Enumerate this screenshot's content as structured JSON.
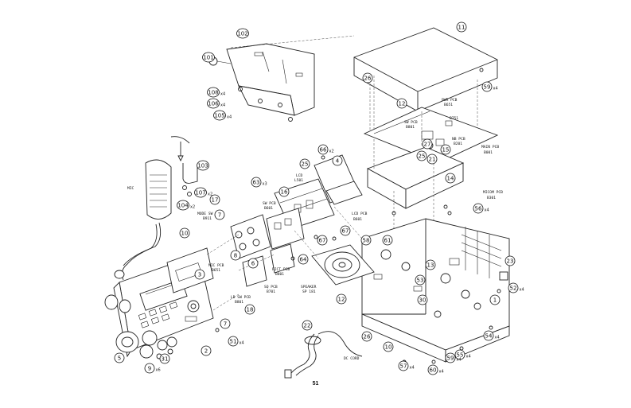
{
  "page_number": "51",
  "callouts": [
    {
      "id": "c102",
      "text": "102"
    },
    {
      "id": "c101",
      "text": "101"
    },
    {
      "id": "c108",
      "text": "108",
      "qty": "x4"
    },
    {
      "id": "c106",
      "text": "106",
      "qty": "x4"
    },
    {
      "id": "c105",
      "text": "105",
      "qty": "x4"
    },
    {
      "id": "c11",
      "text": "11"
    },
    {
      "id": "c26a",
      "text": "26"
    },
    {
      "id": "c59a",
      "text": "59",
      "qty": "x4"
    },
    {
      "id": "c12a",
      "text": "12"
    },
    {
      "id": "c27",
      "text": "27"
    },
    {
      "id": "c15",
      "text": "15"
    },
    {
      "id": "c25a",
      "text": "25"
    },
    {
      "id": "c21",
      "text": "21"
    },
    {
      "id": "c66",
      "text": "66",
      "qty": "x2"
    },
    {
      "id": "c4",
      "text": "4"
    },
    {
      "id": "c25b",
      "text": "25"
    },
    {
      "id": "c14",
      "text": "14"
    },
    {
      "id": "c103",
      "text": "103"
    },
    {
      "id": "c107",
      "text": "107",
      "qty": "x2"
    },
    {
      "id": "c104",
      "text": "104",
      "qty": "x2"
    },
    {
      "id": "c63",
      "text": "63",
      "qty": "x3"
    },
    {
      "id": "c16",
      "text": "16"
    },
    {
      "id": "c17",
      "text": "17"
    },
    {
      "id": "c7a",
      "text": "7"
    },
    {
      "id": "c10",
      "text": "10"
    },
    {
      "id": "c8",
      "text": "8"
    },
    {
      "id": "c6",
      "text": "6"
    },
    {
      "id": "c67a",
      "text": "67"
    },
    {
      "id": "c67b",
      "text": "67"
    },
    {
      "id": "c58",
      "text": "58"
    },
    {
      "id": "c61",
      "text": "61"
    },
    {
      "id": "c64",
      "text": "64"
    },
    {
      "id": "c56",
      "text": "56",
      "qty": "x4"
    },
    {
      "id": "c23",
      "text": "23"
    },
    {
      "id": "c52",
      "text": "52",
      "qty": "x4"
    },
    {
      "id": "c3",
      "text": "3"
    },
    {
      "id": "c1",
      "text": "1"
    },
    {
      "id": "c7b",
      "text": "7"
    },
    {
      "id": "c18",
      "text": "18"
    },
    {
      "id": "c12b",
      "text": "12"
    },
    {
      "id": "c53",
      "text": "53"
    },
    {
      "id": "c30",
      "text": "30"
    },
    {
      "id": "c54",
      "text": "54",
      "qty": "x4"
    },
    {
      "id": "c2",
      "text": "2"
    },
    {
      "id": "c51",
      "text": "51",
      "qty": "x4"
    },
    {
      "id": "c22",
      "text": "22"
    },
    {
      "id": "c26b",
      "text": "26"
    },
    {
      "id": "c10b",
      "text": "10"
    },
    {
      "id": "c55",
      "text": "55",
      "qty": "x4"
    },
    {
      "id": "c5",
      "text": "5"
    },
    {
      "id": "c9",
      "text": "9",
      "qty": "x6"
    },
    {
      "id": "c31",
      "text": "31"
    },
    {
      "id": "c57",
      "text": "57",
      "qty": "x4"
    },
    {
      "id": "c60",
      "text": "60",
      "qty": "x4"
    },
    {
      "id": "c59b",
      "text": "59",
      "qty": "x4"
    },
    {
      "id": "c13",
      "text": "13"
    }
  ],
  "labels": {
    "pwr_pcb": [
      "PWR PCB",
      "B651"
    ],
    "sw_pcb_top": [
      "SW PCB",
      "B801"
    ],
    "ptt": "B751",
    "nb_pcb": [
      "NB PCB",
      "B201"
    ],
    "main_pcb": [
      "MAIN PCB",
      "B001"
    ],
    "lcd": [
      "LCD",
      "L501"
    ],
    "lcd_pcb": [
      "LCD PCB",
      "B601"
    ],
    "sw_pcb_mid": [
      "SW PCB",
      "B601"
    ],
    "micom_pcb": [
      "MICOM PCB",
      "B301"
    ],
    "mode_sw_pcb": [
      "MODE SW PCB",
      "B911"
    ],
    "mic": "MIC",
    "mic_pcb": [
      "MIC PCB",
      "B651"
    ],
    "pict_pcb": [
      "PICT PCB",
      "B801"
    ],
    "sq_pcb": [
      "SQ PCB",
      "B701"
    ],
    "ld_sw_pcb": [
      "LD SW PCB",
      "B801"
    ],
    "speaker": [
      "SPEAKER",
      "SP 181"
    ],
    "dc_cord": "DC CORD"
  }
}
